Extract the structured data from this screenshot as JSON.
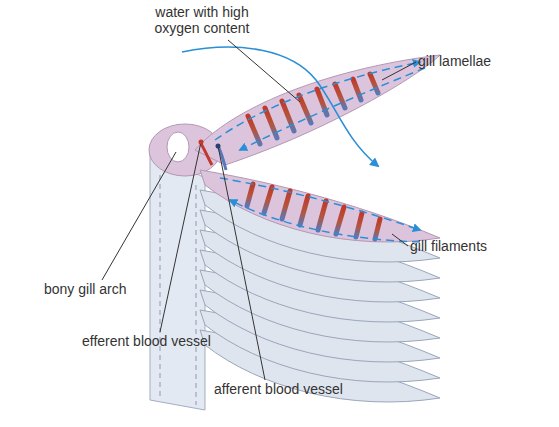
{
  "diagram": {
    "labels": [
      "water with high oxygen content",
      "gill lamellae",
      "gill filaments",
      "bony gill arch",
      "efferent blood vessel",
      "afferent blood vessel"
    ]
  }
}
